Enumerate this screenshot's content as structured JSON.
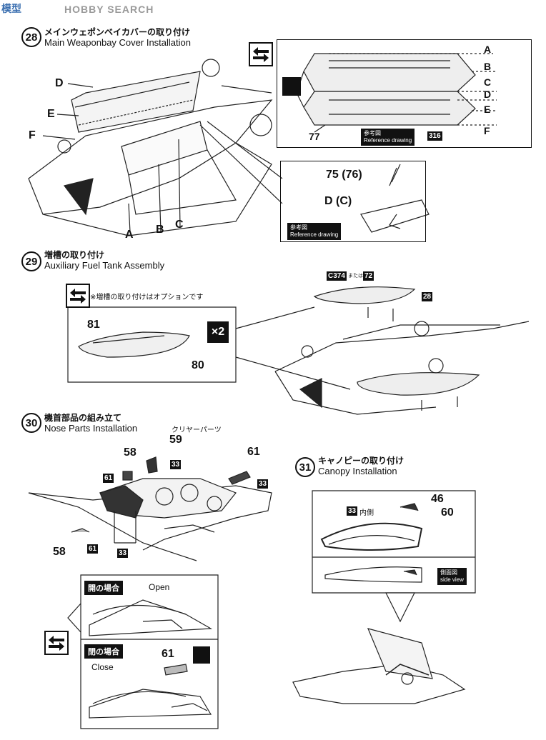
{
  "watermark": {
    "logo": "模型",
    "site": "HOBBY SEARCH"
  },
  "step28": {
    "num": "28",
    "title_jp": "メインウェポンベイカバーの取り付け",
    "title_en": "Main Weaponbay Cover Installation",
    "labels": {
      "D": "D",
      "E": "E",
      "F": "F",
      "A": "A",
      "B": "B",
      "C": "C"
    },
    "detail_labels": [
      "A",
      "B",
      "C",
      "D",
      "E",
      "F"
    ],
    "part_77": "77",
    "part_316": "316",
    "ref_jp": "参考図",
    "ref_en": "Reference drawing",
    "part_75": "75 (76)",
    "part_dc": "D (C)",
    "ref2_jp": "参考図",
    "ref2_en": "Reference drawing"
  },
  "step29": {
    "num": "29",
    "title_jp": "増槽の取り付け",
    "title_en": "Auxiliary Fuel Tank Assembly",
    "note": "※増槽の取り付けはオプションです",
    "part_81": "81",
    "part_80": "80",
    "x2": "×2",
    "c374": "C374",
    "or": "または",
    "p72": "72",
    "p28": "28"
  },
  "step30": {
    "num": "30",
    "title_jp": "機首部品の組み立て",
    "title_en": "Nose Parts Installation",
    "clear_parts": "クリヤーパーツ",
    "p58a": "58",
    "p59": "59",
    "p61": "61",
    "p33a": "33",
    "p33b": "33",
    "p61b": "61",
    "p58b": "58",
    "p61c": "61",
    "p33c": "33",
    "open_jp": "開の場合",
    "open_en": "Open",
    "close_jp": "閉の場合",
    "close_en": "Close",
    "p61d": "61"
  },
  "step31": {
    "num": "31",
    "title_jp": "キャノピーの取り付け",
    "title_en": "Canopy Installation",
    "p46": "46",
    "p60": "60",
    "p33_inner": "33",
    "inner": "内側",
    "side_jp": "側面図",
    "side_en": "side view"
  }
}
